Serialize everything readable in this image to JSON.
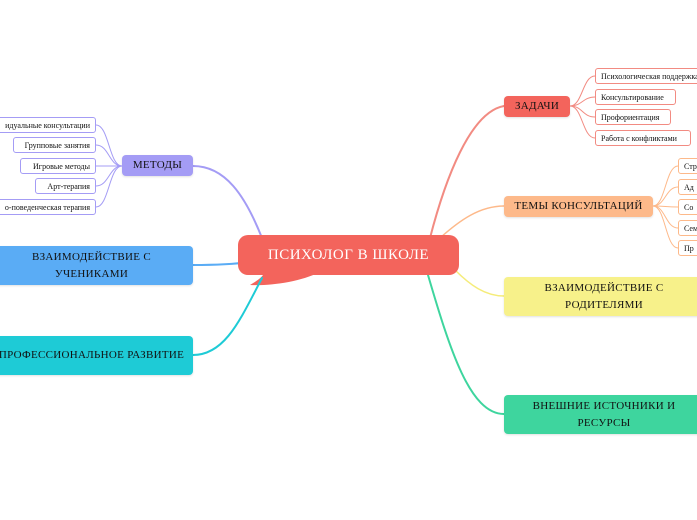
{
  "central": {
    "text": "ПСИХОЛОГ В ШКОЛЕ",
    "color": "#f3645c"
  },
  "branches": {
    "tasks": {
      "label": "ЗАДАЧИ",
      "color": "#f3645c",
      "line": "#f28b82",
      "items": [
        "Психологическая поддержка",
        "Консультирование",
        "Профориентация",
        "Работа с конфликтами"
      ]
    },
    "topics": {
      "label": "ТЕМЫ КОНСУЛЬТАЦИЙ",
      "color": "#fdb98a",
      "line": "#fdb98a",
      "items": [
        "Стр",
        "Ад",
        "Со",
        "Сем",
        "Пр"
      ]
    },
    "parents": {
      "label": "ВЗАИМОДЕЙСТВИЕ С РОДИТЕЛЯМИ",
      "color": "#f7f18a",
      "line": "#f5ec7a"
    },
    "external": {
      "label": "ВНЕШНИЕ ИСТОЧНИКИ И РЕСУРСЫ",
      "color": "#3ed59e",
      "line": "#3ed59e"
    },
    "methods": {
      "label": "МЕТОДЫ",
      "color": "#a49cf5",
      "line": "#a49cf5",
      "items": [
        "идуальные консультации",
        "Групповые занятия",
        "Игровые методы",
        "Арт-терапия",
        "о-поведенческая терапия"
      ]
    },
    "students": {
      "label": "ВЗАИМОДЕЙСТВИЕ С УЧЕНИКАМИ",
      "color": "#5aacf5",
      "line": "#5aacf5"
    },
    "professional": {
      "label": "ПРОФЕССИОНАЛЬНОЕ РАЗВИТИЕ",
      "color": "#1ecbd6",
      "line": "#1ecbd6"
    }
  }
}
